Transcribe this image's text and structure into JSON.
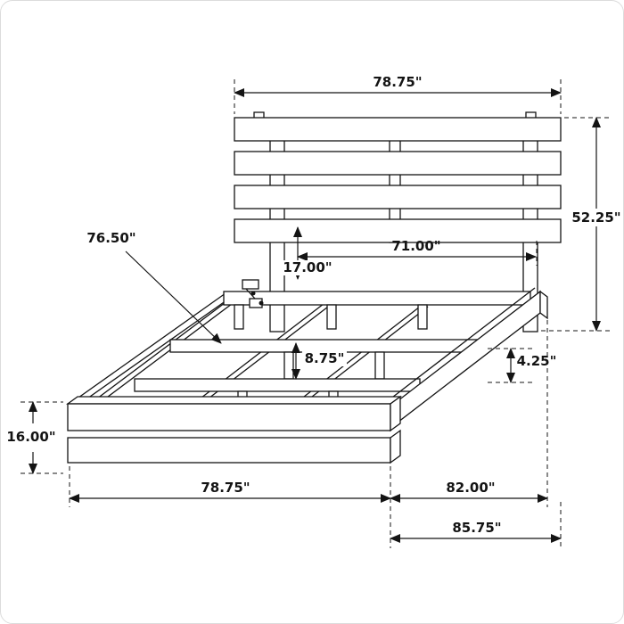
{
  "diagram": {
    "dimensions": {
      "headboard_width": "78.75\"",
      "headboard_height": "52.25\"",
      "inner_width": "71.00\"",
      "headboard_clearance": "17.00\"",
      "slat_rail_length": "76.50\"",
      "platform_slat_height": "8.75\"",
      "side_rail_height": "4.25\"",
      "footboard_height": "16.00\"",
      "frame_width": "78.75\"",
      "frame_length": "82.00\"",
      "overall_length": "85.75\""
    }
  }
}
